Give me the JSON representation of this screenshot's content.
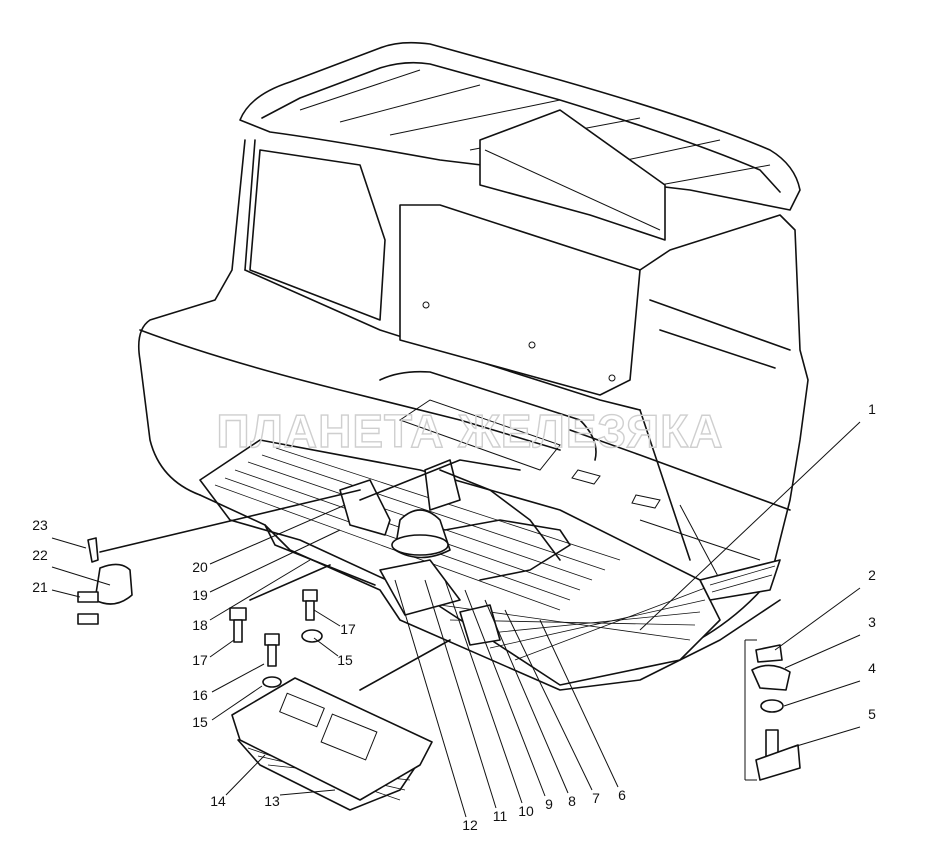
{
  "watermark": "ПЛАНЕТА ЖЕЛЕЗЯКА",
  "callouts": [
    {
      "label": "1"
    },
    {
      "label": "2"
    },
    {
      "label": "3"
    },
    {
      "label": "4"
    },
    {
      "label": "5"
    },
    {
      "label": "6"
    },
    {
      "label": "7"
    },
    {
      "label": "8"
    },
    {
      "label": "9"
    },
    {
      "label": "10"
    },
    {
      "label": "11"
    },
    {
      "label": "12"
    },
    {
      "label": "13"
    },
    {
      "label": "14"
    },
    {
      "label": "15"
    },
    {
      "label": "16"
    },
    {
      "label": "17"
    },
    {
      "label": "18"
    },
    {
      "label": "19"
    },
    {
      "label": "20"
    },
    {
      "label": "21"
    },
    {
      "label": "22"
    },
    {
      "label": "23"
    },
    {
      "label": "15"
    },
    {
      "label": "17"
    }
  ]
}
